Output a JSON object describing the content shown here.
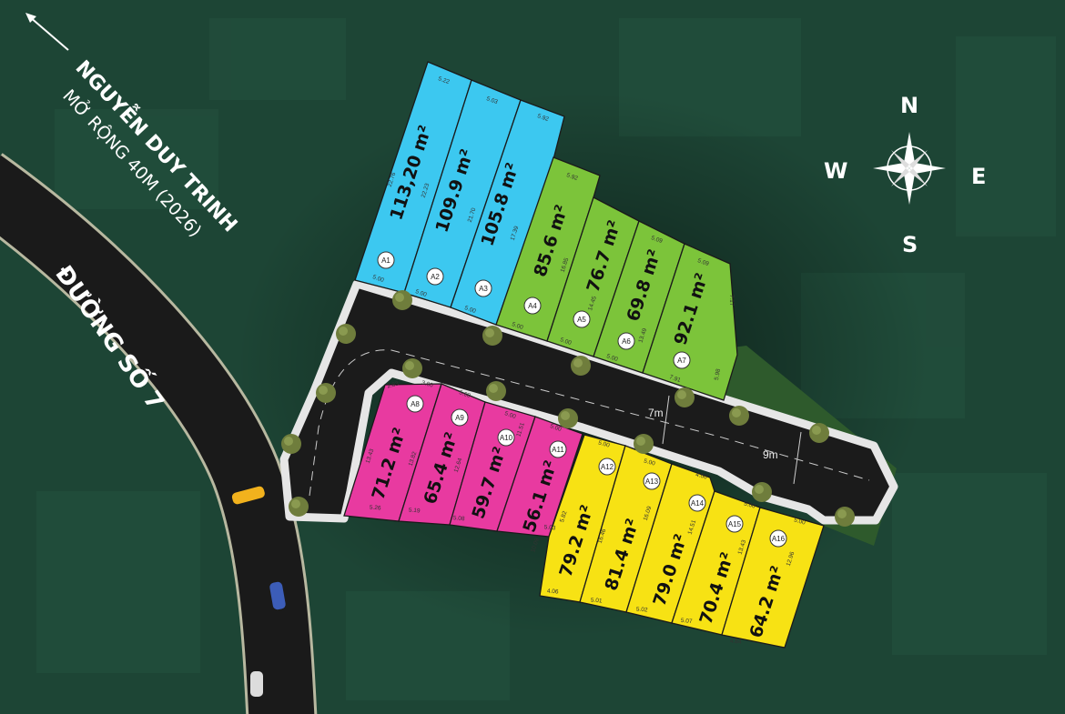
{
  "streets": {
    "main_road": "ĐƯỜNG SỐ 7",
    "direction_road": "NGUYỄN DUY TRINH",
    "direction_note": "MỞ RỘNG 40M (2026)"
  },
  "compass": {
    "north": "N",
    "south": "S",
    "east": "E",
    "west": "W"
  },
  "road_widths": [
    "7m",
    "9m"
  ],
  "colors": {
    "blue": "#3cc8f0",
    "green": "#7cc43a",
    "pink": "#e83aa0",
    "yellow": "#f7e214",
    "background": "#1d4535",
    "road": "#1b1b1b"
  },
  "lots": [
    {
      "id": "A1",
      "area": "113,20 m²",
      "group": "blue"
    },
    {
      "id": "A2",
      "area": "109.9 m²",
      "group": "blue"
    },
    {
      "id": "A3",
      "area": "105.8 m²",
      "group": "blue"
    },
    {
      "id": "A4",
      "area": "85.6 m²",
      "group": "green"
    },
    {
      "id": "A5",
      "area": "76.7 m²",
      "group": "green"
    },
    {
      "id": "A6",
      "area": "69.8 m²",
      "group": "green"
    },
    {
      "id": "A7",
      "area": "92.1 m²",
      "group": "green"
    },
    {
      "id": "A8",
      "area": "71.2 m²",
      "group": "pink"
    },
    {
      "id": "A9",
      "area": "65.4 m²",
      "group": "pink"
    },
    {
      "id": "A10",
      "area": "59.7 m²",
      "group": "pink"
    },
    {
      "id": "A11",
      "area": "56.1 m²",
      "group": "pink"
    },
    {
      "id": "A12",
      "area": "79.2 m²",
      "group": "yellow"
    },
    {
      "id": "A13",
      "area": "81.4 m²",
      "group": "yellow"
    },
    {
      "id": "A14",
      "area": "79.0 m²",
      "group": "yellow"
    },
    {
      "id": "A15",
      "area": "70.4 m²",
      "group": "yellow"
    },
    {
      "id": "A16",
      "area": "64.2 m²",
      "group": "yellow"
    }
  ],
  "dimensions": [
    "5.22",
    "5.03",
    "5.92",
    "22.76",
    "22.23",
    "21.70",
    "17.39",
    "5.00",
    "5.00",
    "5.00",
    "5.92",
    "16.85",
    "14.45",
    "13.49",
    "5.09",
    "5.09",
    "7.17",
    "5.00",
    "5.00",
    "5.00",
    "7.91",
    "5.98",
    "2.83",
    "3.00",
    "5.00",
    "5.00",
    "5.00",
    "13.43",
    "13.82",
    "12.64",
    "11.51",
    "10.09",
    "5.26",
    "5.19",
    "5.08",
    "5.03",
    "5.00",
    "5.00",
    "4.00",
    "5.00",
    "5.00",
    "5.82",
    "16.46",
    "16.09",
    "14.51",
    "13.43",
    "12.96",
    "4.06",
    "5.01",
    "5.02",
    "5.07",
    "4.84"
  ]
}
